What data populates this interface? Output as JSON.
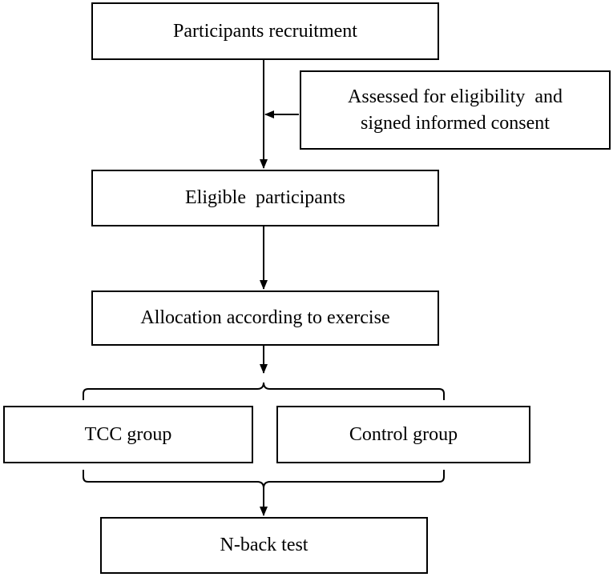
{
  "boxes": {
    "recruitment": "Participants recruitment",
    "assessment_line1": "Assessed for eligibility  and",
    "assessment_line2": "signed informed consent",
    "eligible": "Eligible  participants",
    "allocation": "Allocation according to exercise",
    "tcc_group": "TCC group",
    "control_group": "Control group",
    "nback_test": "N-back test"
  },
  "colors": {
    "line": "#000000",
    "box_border": "#000000",
    "background": "#ffffff",
    "text": "#000000"
  }
}
